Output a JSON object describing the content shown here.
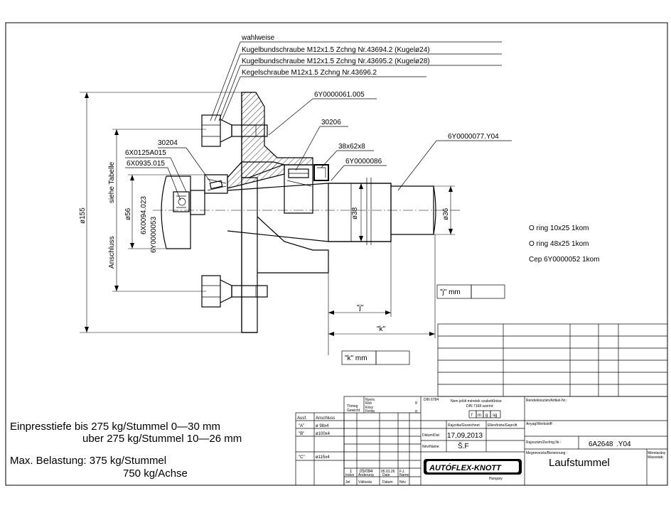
{
  "callouts": {
    "alt_header": "wahlweise",
    "alt_1": "Kugelbundschraube M12x1.5  Zchng Nr.43694.2  (Kugelø24)",
    "alt_2": "Kugelbundschraube M12x1.5  Zchng Nr.43695.2  (Kugelø28)",
    "alt_3": "Kegelschraube  M12x1.5  Zchng Nr.43696.2",
    "p_6Y0000061": "6Y0000061.005",
    "p_30206": "30206",
    "p_38x62x8": "38x62x8",
    "p_6Y0000086": "6Y0000086",
    "p_6Y0000077": "6Y0000077.Y04",
    "p_30204": "30204",
    "p_6X0125A015": "6X0125A015",
    "p_6X0935": "6X0935.015",
    "p_6X0094": "6X0094.023",
    "p_6Y0000053": "6Y0000053"
  },
  "dimensions": {
    "d155": "ø155",
    "d56": "ø56",
    "d38": "ø38",
    "d36": "ø36",
    "side_label_1": "siehe Tabelle",
    "side_label_2": "Anschluss",
    "j": "\"j\"",
    "k": "\"k\"",
    "j_mm": "\"j\"  mm",
    "k_mm": "\"k\"  mm"
  },
  "parts_notes": {
    "oring1": "O ring 10x25    1kom",
    "oring2": "O ring 48x25    1kom",
    "cep": "Cep 6Y0000052  1kom"
  },
  "left_notes": {
    "ein_1": "Einpresstiefe bis  275  kg/Stummel   0—30  mm",
    "ein_2": "uber  275  kg/Stummel  10—26  mm",
    "max_1": "Max.  Belastung:  375  kg/Stummel",
    "max_2": "750  kg/Achse"
  },
  "conn_table": {
    "h1": "Ausf.",
    "h2": "Anschluss",
    "r1_a": "\"A\"",
    "r1_b": "ø 98x4",
    "r2_a": "\"B\"",
    "r2_b": "ø100x4",
    "r3_a": "\"C\"",
    "r3_b": "ø115x4"
  },
  "title_block": {
    "tomeg": "Tömeg",
    "gewicht": "Gewicht",
    "nyers": "Nyers",
    "roh": "Roh",
    "kesz": "Kész",
    "fertig": "Fertig",
    "g1": "g",
    "g2": "g",
    "din6784": "DIN 6784",
    "din7168": "DIN 7168  szerint:",
    "nem_jelolt": "Nem jelölt méretek szabottűrése",
    "tol_f": "f",
    "tol_m": "m",
    "tol_g": "g",
    "tol_sg": "sg",
    "rajzolta": "Rajzolta/Gezeichnet",
    "ellenorizte": "Ellenőrizte/Geprüft",
    "datum_lbl": "Dátum/Dat",
    "datum_val": "17,09,2013",
    "nev_lbl": "Név/Name",
    "nev_val": "Š.F",
    "rendeles": "Rendelésszám/Artikel-Nr.:",
    "anyag": "Anyag/Werkstoff:",
    "rajzszam_lbl": "Rajzszám/Zechng.Nr.:",
    "rajzszam_val": "6A2648",
    "rajzszam_suffix": ".Y04",
    "megnevezes_lbl": "Megnevezés/Benennung :",
    "megnevezes_val": "Laufstummel",
    "meretarany": "Méretarány",
    "massstab": "Massstab:",
    "logo": "AUTÓFLEX-KNOTT",
    "logo_sub": "Hungary",
    "rev_no": "1",
    "rev_change": "05/094",
    "rev_date": "05.01.26",
    "rev_name": "F.J.",
    "rev_h1": "Index",
    "rev_h2": "Änderung",
    "rev_h3": "Date",
    "rev_h4": "Name",
    "rev_h1b": "Jel",
    "rev_h2b": "Változás",
    "rev_h3b": "Dátum",
    "rev_h4b": "Név"
  }
}
